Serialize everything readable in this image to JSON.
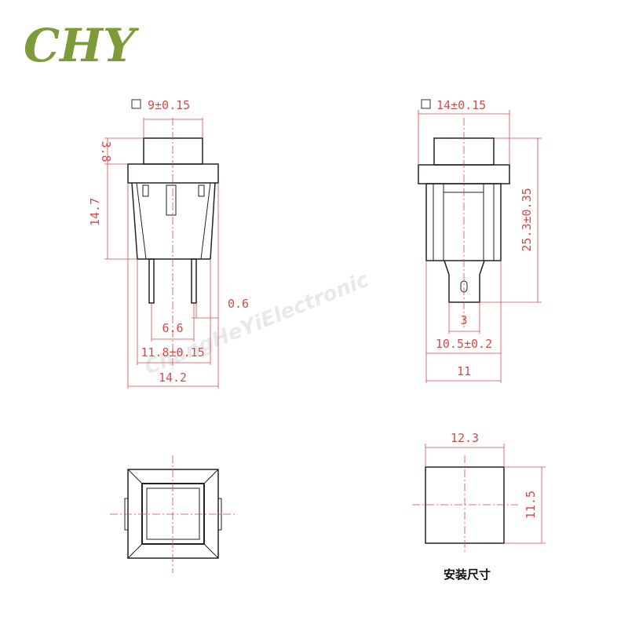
{
  "logo": {
    "text": "CHY",
    "color": "#7e9b3a"
  },
  "watermark": "ChangHeYiElectronic",
  "colors": {
    "dimension": "#d84a4a",
    "outline": "#222222",
    "centerline": "#d84a4a"
  },
  "front_view": {
    "cap_width": "9±0.15",
    "cap_height": "3.8",
    "body_height": "14.7",
    "pin_thickness": "0.6",
    "pin_pitch": "6.6",
    "body_width": "11.8±0.15",
    "flange_width": "14.2"
  },
  "side_view": {
    "flange_width": "14±0.15",
    "total_height": "25.3±0.35",
    "terminal_width": "3",
    "body_width": "10.5±0.2",
    "base_width": "11"
  },
  "mounting_hole": {
    "width": "12.3",
    "height": "11.5",
    "caption": "安装尺寸"
  }
}
